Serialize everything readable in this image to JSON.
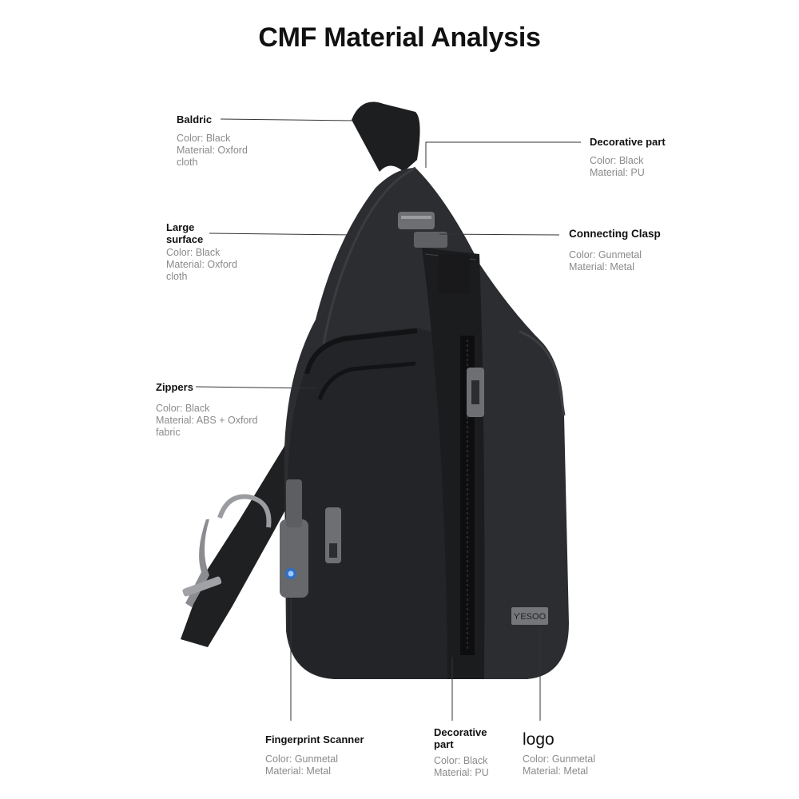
{
  "title": "CMF Material Analysis",
  "brand_mark": "ƳESOO",
  "colors": {
    "bag": "#2c2d30",
    "bag_dark": "#1d1e20",
    "metal": "#6d6f73",
    "leader": "#333333",
    "desc": "#8a8a8a"
  },
  "callouts": {
    "baldric": {
      "name": "Baldric",
      "color": "Color: Black",
      "material": [
        "Material: Oxford",
        "cloth"
      ]
    },
    "large_surface": {
      "name": [
        "Large",
        "surface"
      ],
      "color": "Color: Black",
      "material": [
        "Material: Oxford",
        "cloth"
      ]
    },
    "zippers": {
      "name": "Zippers",
      "color": "Color: Black",
      "material": [
        "Material: ABS + Oxford",
        "fabric"
      ]
    },
    "decorative_top": {
      "name": "Decorative part",
      "color": "Color: Black",
      "material": [
        "Material: PU"
      ]
    },
    "clasp": {
      "name": "Connecting Clasp",
      "color": "Color: Gunmetal",
      "material": [
        "Material: Metal"
      ]
    },
    "fingerprint": {
      "name": "Fingerprint Scanner",
      "color": "Color: Gunmetal",
      "material": [
        "Material: Metal"
      ]
    },
    "decorative_bottom": {
      "name": [
        "Decorative",
        "part"
      ],
      "color": "Color: Black",
      "material": [
        "Material: PU"
      ]
    },
    "logo": {
      "name": "logo",
      "color": "Color: Gunmetal",
      "material": [
        "Material: Metal"
      ]
    }
  }
}
